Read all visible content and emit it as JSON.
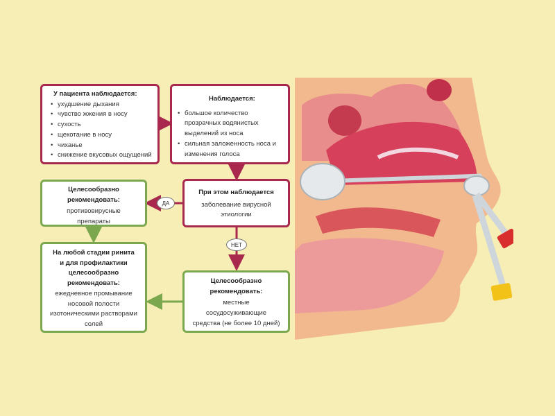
{
  "colors": {
    "background": "#f6eeb4",
    "red_border": "#a8284e",
    "green_border": "#7ba74f"
  },
  "box_symptoms": {
    "title": "У пациента наблюдается:",
    "items": [
      "ухудшение дыхания",
      "чувство жжения в носу",
      "сухость",
      "щекотание в носу",
      "чиханье",
      "снижение вкусовых ощущений"
    ]
  },
  "box_observed": {
    "title": "Наблюдается:",
    "items": [
      "большое количество прозрачных водянистых выделений из носа",
      "сильная заложенность носа и изменения голоса"
    ]
  },
  "box_question": {
    "title": "При этом наблюдается",
    "line1": "заболевание вирусной",
    "line2": "этиологии"
  },
  "box_antiviral": {
    "title1": "Целесообразно",
    "title2": "рекомендовать:",
    "line1": "противовирусные",
    "line2": "препараты"
  },
  "box_vasoconstrictor": {
    "title1": "Целесообразно",
    "title2": "рекомендовать:",
    "line1": "местные",
    "line2": "сосудосуживающие",
    "line3": "средства (не более 10 дней)"
  },
  "box_prophylaxis": {
    "title1": "На любой стадии ринита",
    "title2": "и для профилактики",
    "title3": "целесообразно",
    "title4": "рекомендовать:",
    "line1": "ежедневное промывание",
    "line2": "носовой полости",
    "line3": "изотоническими растворами",
    "line4": "солей"
  },
  "labels": {
    "yes": "ДА",
    "no": "НЕТ"
  }
}
